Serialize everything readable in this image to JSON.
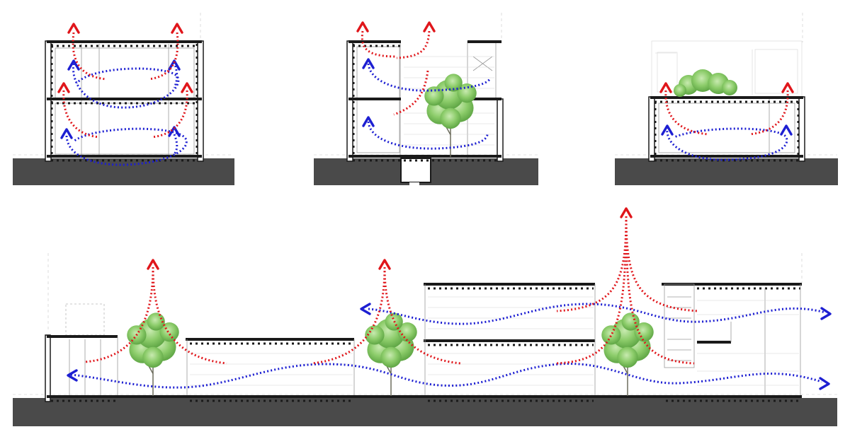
{
  "diagram": {
    "panels": [
      {
        "id": "section-a",
        "kind": "two-storey section"
      },
      {
        "id": "section-b",
        "kind": "section with courtyard tree"
      },
      {
        "id": "section-c",
        "kind": "section with roof garden"
      },
      {
        "id": "section-long",
        "kind": "long section with three courtyard trees"
      }
    ],
    "legend_colors": {
      "warm_air": "#e0161b",
      "cool_air": "#1d1fd2",
      "ground": "#4a4a4a",
      "foliage": "#8ccc6a"
    },
    "icons": [
      "warm-air-arrow-icon",
      "cool-air-arrow-icon",
      "tree-icon"
    ]
  }
}
